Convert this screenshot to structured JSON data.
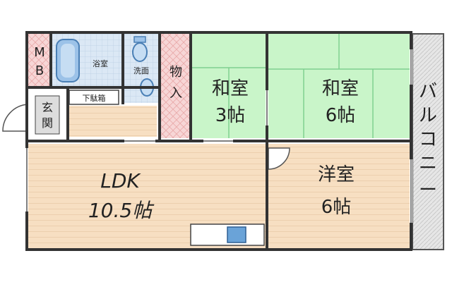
{
  "rooms": {
    "mb": "MB",
    "bath": "浴室",
    "wash": "洗面",
    "shoe_box": "下駄箱",
    "entrance": "玄関",
    "storage": "物入",
    "washitsu_a": {
      "name": "和室",
      "size": "3帖"
    },
    "washitsu_b": {
      "name": "和室",
      "size": "6帖"
    },
    "ldk": {
      "name": "LDK",
      "size": "10.5帖"
    },
    "youshitsu": {
      "name": "洋室",
      "size": "6帖"
    },
    "balcony": "バルコニー"
  },
  "colors": {
    "tatami": "#c9f5c9",
    "tatami_line": "#7fd08f",
    "flooring": "#f7dfc2",
    "flooring_line": "#e2bf99",
    "storage": "#f7d6d6",
    "tile": "#dbe8f5",
    "fixture": "#6aa3d8",
    "balcony": "#e6e6e6",
    "wall": "#333333"
  }
}
